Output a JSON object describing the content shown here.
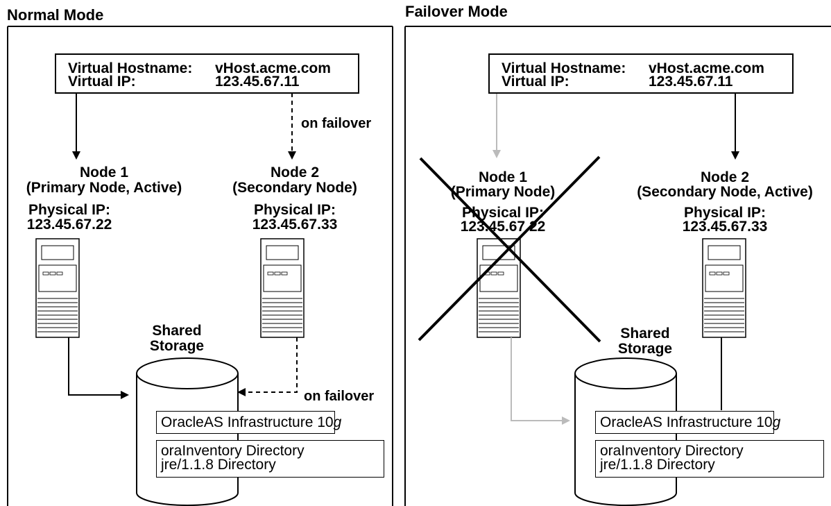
{
  "normal": {
    "title": "Normal Mode",
    "virtual_hostname_label": "Virtual Hostname:",
    "virtual_hostname_value": "vHost.acme.com",
    "virtual_ip_label": "Virtual IP:",
    "virtual_ip_value": "123.45.67.11",
    "failover_label_top": "on failover",
    "failover_label_bottom": "on failover",
    "node1_name": "Node 1",
    "node1_role": "(Primary Node, Active)",
    "node1_ip_label": "Physical IP:",
    "node1_ip": "123.45.67.22",
    "node2_name": "Node 2",
    "node2_role": "(Secondary Node)",
    "node2_ip_label": "Physical IP:",
    "node2_ip": "123.45.67.33",
    "storage_line1": "Shared",
    "storage_line2": "Storage",
    "infra_text": "OracleAS Infrastructure 10",
    "infra_suffix": "g",
    "dir_line1": "oraInventory Directory",
    "dir_line2": "jre/1.1.8 Directory"
  },
  "failover": {
    "title": "Failover Mode",
    "virtual_hostname_label": "Virtual Hostname:",
    "virtual_hostname_value": "vHost.acme.com",
    "virtual_ip_label": "Virtual IP:",
    "virtual_ip_value": "123.45.67.11",
    "node1_name": "Node 1",
    "node1_role": "(Primary Node)",
    "node1_ip_label": "Physical IP:",
    "node1_ip": "123.45.67.22",
    "node2_name": "Node 2",
    "node2_role": "(Secondary Node, Active)",
    "node2_ip_label": "Physical IP:",
    "node2_ip": "123.45.67.33",
    "storage_line1": "Shared",
    "storage_line2": "Storage",
    "infra_text": "OracleAS Infrastructure 10",
    "infra_suffix": "g",
    "dir_line1": "oraInventory Directory",
    "dir_line2": "jre/1.1.8 Directory"
  },
  "colors": {
    "line": "#000000",
    "inactive_line": "#bbbbbb",
    "server_fill": "#ffffff"
  }
}
